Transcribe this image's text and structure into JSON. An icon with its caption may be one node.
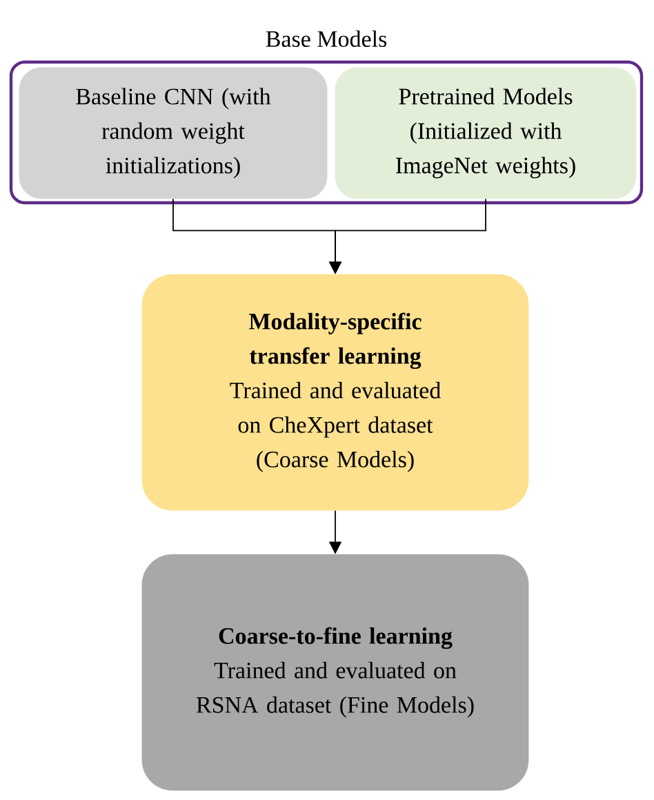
{
  "diagram": {
    "nodes": [
      {
        "text": [
          "Base Models"
        ]
      },
      {
        "text": [
          "Baseline CNN (with random weight initializations)"
        ],
        "in": 0
      },
      {
        "text": [
          "Pretrained Models (Initialized with ImageNet weights)"
        ],
        "in": 0
      },
      {
        "text": [
          "Modality-specific transfer learning",
          "Trained and evaluated on CheXpert dataset (Coarse Models)"
        ]
      },
      {
        "text": [
          "Coarse-to-fine learning",
          "Trained and evaluated on RSNA dataset (Fine Models)"
        ]
      }
    ],
    "edges": [
      {
        "from": 1,
        "to": 3,
        "arrow": "to"
      },
      {
        "from": 2,
        "to": 3,
        "arrow": "to"
      },
      {
        "from": 3,
        "to": 4,
        "arrow": "to"
      }
    ]
  }
}
